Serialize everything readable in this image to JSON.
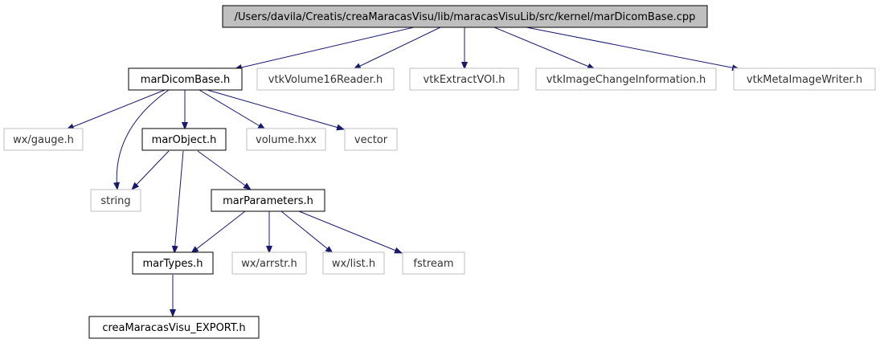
{
  "colors": {
    "edge": "#191970",
    "root_fill": "#bfbfbf",
    "node_fill": "#ffffff",
    "documented_border": "#000000",
    "external_border": "#bfbfbf",
    "documented_text": "#000000",
    "external_text": "#333333"
  },
  "nodes": {
    "root": {
      "label": "/Users/davila/Creatis/creaMaracasVisu/lib/maracasVisuLib/src/kernel/marDicomBase.cpp"
    },
    "marDicomBase_h": {
      "label": "marDicomBase.h"
    },
    "vtkVolume16Reader_h": {
      "label": "vtkVolume16Reader.h"
    },
    "vtkExtractVOI_h": {
      "label": "vtkExtractVOI.h"
    },
    "vtkImageChangeInformation_h": {
      "label": "vtkImageChangeInformation.h"
    },
    "vtkMetaImageWriter_h": {
      "label": "vtkMetaImageWriter.h"
    },
    "wx_gauge_h": {
      "label": "wx/gauge.h"
    },
    "marObject_h": {
      "label": "marObject.h"
    },
    "volume_hxx": {
      "label": "volume.hxx"
    },
    "vector": {
      "label": "vector"
    },
    "string": {
      "label": "string"
    },
    "marParameters_h": {
      "label": "marParameters.h"
    },
    "marTypes_h": {
      "label": "marTypes.h"
    },
    "wx_arrstr_h": {
      "label": "wx/arrstr.h"
    },
    "wx_list_h": {
      "label": "wx/list.h"
    },
    "fstream": {
      "label": "fstream"
    },
    "creaMaracasVisu_EXPORT_h": {
      "label": "creaMaracasVisu_EXPORT.h"
    }
  }
}
